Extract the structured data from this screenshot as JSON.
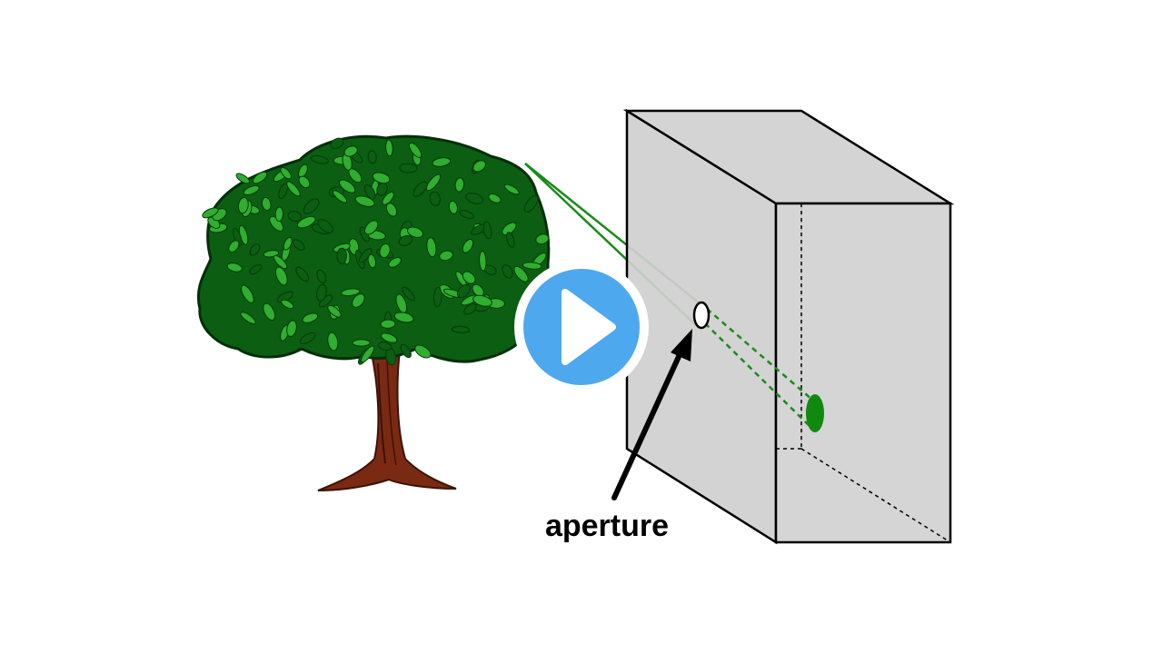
{
  "diagram": {
    "labels": {
      "aperture": "aperture"
    }
  },
  "colors": {
    "background": "#ffffff",
    "box_face": "#cfcfcf",
    "box_outline": "#000000",
    "light_ray": "#1a8a1a",
    "projected_spot": "#0f8a0f",
    "foliage_dark": "#0b5e12",
    "foliage_light": "#2fae2f",
    "trunk": "#7a2a12",
    "trunk_dark": "#3d1206",
    "play_button": "#4ea8ee",
    "play_button_ring": "#ffffff"
  },
  "icons": {
    "play": "play-icon",
    "tree": "tree-illustration"
  },
  "controls": {
    "play_button": "play"
  }
}
